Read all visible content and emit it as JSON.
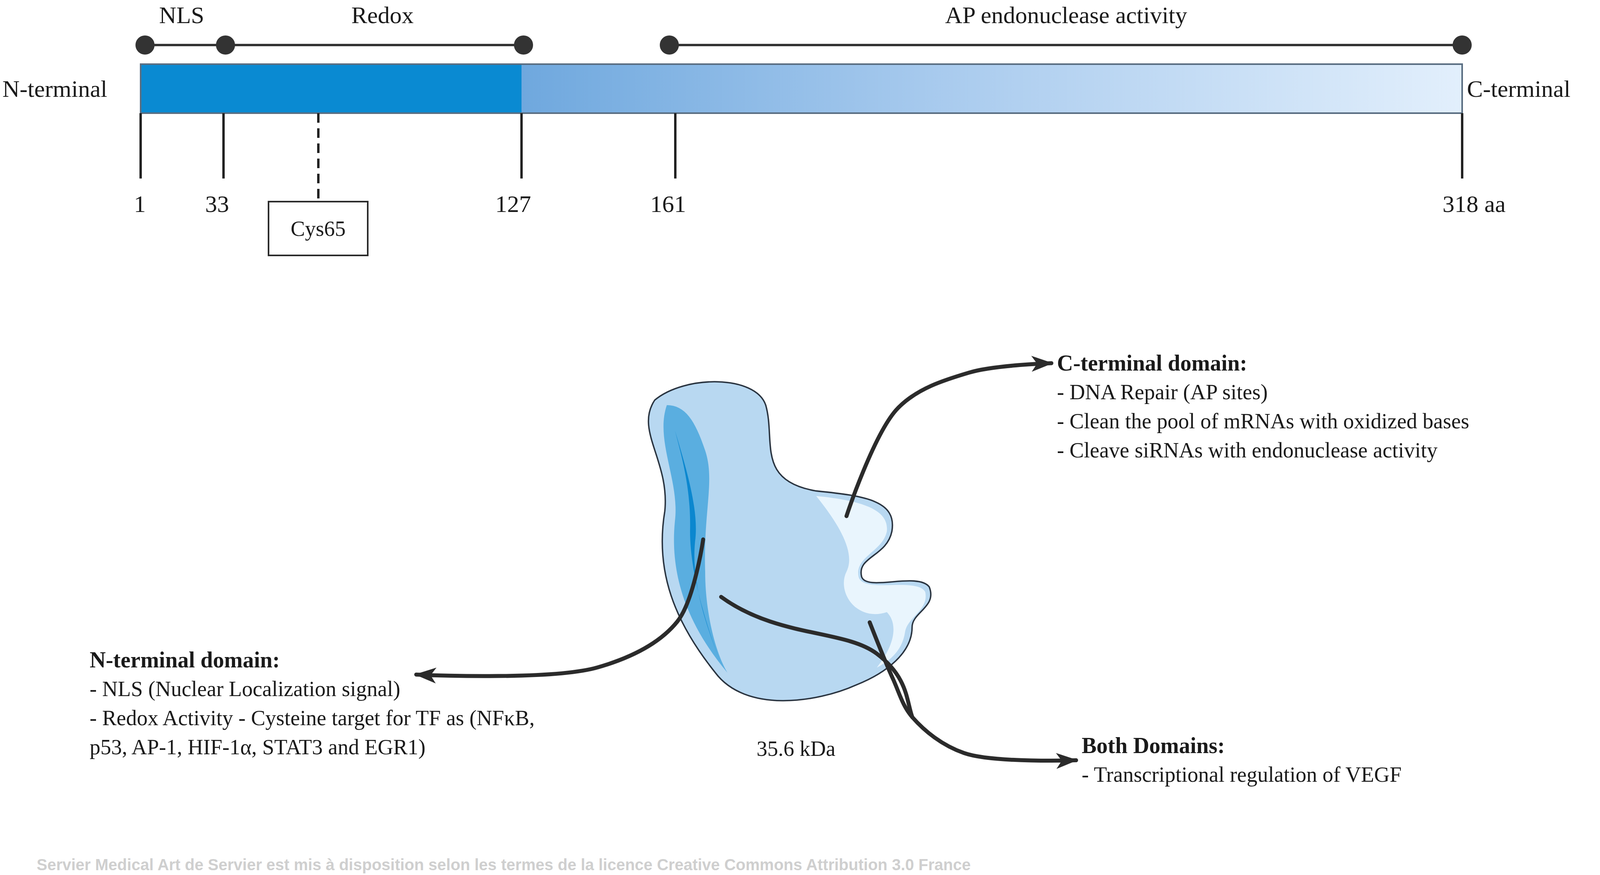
{
  "diagram": {
    "nodes": [
      {
        "text": [
          "Cys65"
        ]
      },
      {
        "text": [
          "35.6 kDa"
        ]
      },
      {
        "text": [
          "C-terminal domain:",
          "- DNA Repair (AP sites)",
          "- Clean the pool of mRNAs with oxidized bases",
          "- Cleave siRNAs with endonuclease activity"
        ]
      },
      {
        "text": [
          "N-terminal domain:",
          "- NLS (Nuclear Localization signal)",
          "- Redox Activity - Cysteine target for TF as (NFκB, p53, AP-1, HIF-1α, STAT3 and EGR1)"
        ]
      },
      {
        "text": [
          "Both Domains:",
          "- Transcriptional regulation of VEGF"
        ]
      }
    ],
    "edges": [
      {
        "from": 1,
        "to": 2,
        "arrow": "to"
      },
      {
        "from": 1,
        "to": 3,
        "arrow": "to"
      },
      {
        "from": 1,
        "to": 4,
        "arrow": "to"
      }
    ],
    "labels": [
      "NLS",
      "Redox",
      "AP endonuclease activity",
      "N-terminal",
      "C-terminal",
      "1",
      "33",
      "127",
      "161",
      "318 aa",
      "Servier Medical Art de Servier est mis à disposition selon les termes de la licence Creative Commons Attribution 3.0 France"
    ]
  }
}
